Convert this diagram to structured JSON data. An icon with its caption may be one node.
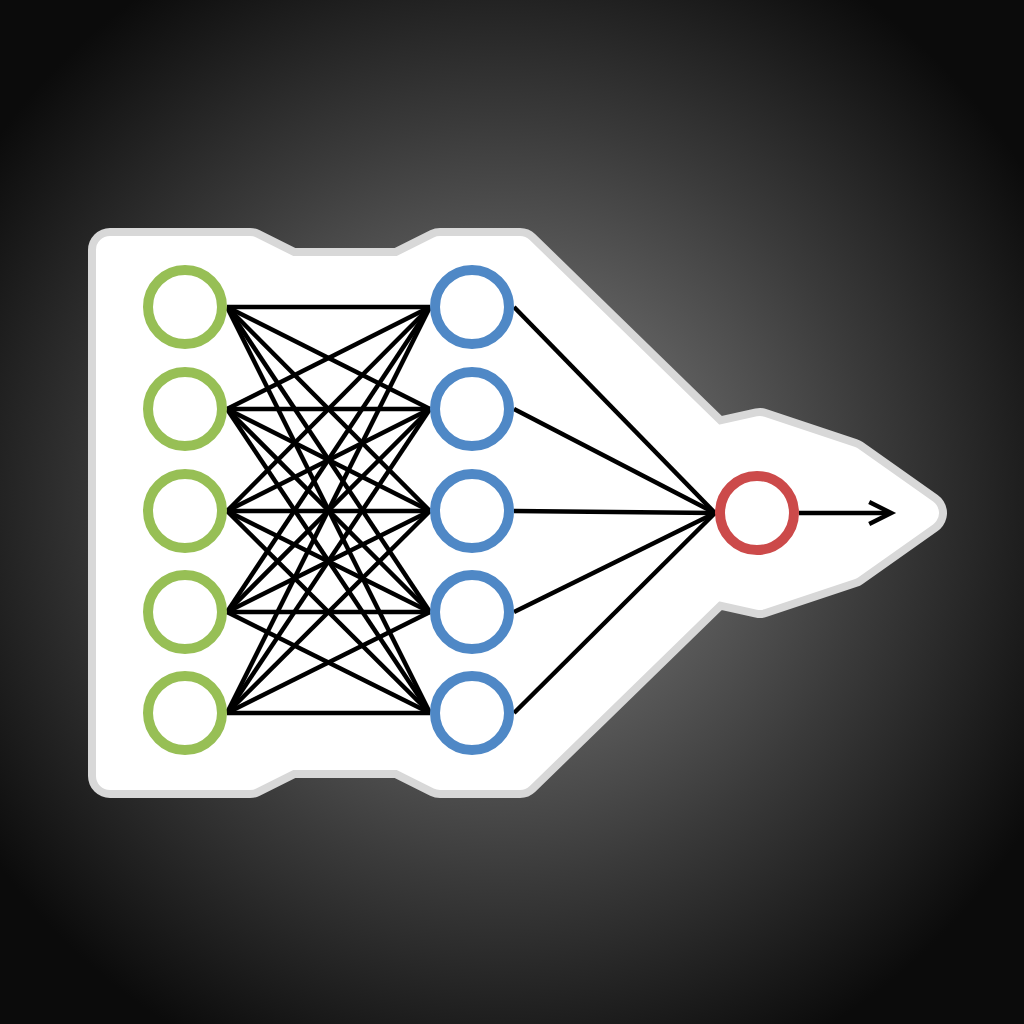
{
  "diagram": {
    "nodes": [
      {
        "text": [],
        "shape": "circle"
      },
      {
        "text": [],
        "shape": "circle"
      },
      {
        "text": [],
        "shape": "circle"
      },
      {
        "text": [],
        "shape": "circle"
      },
      {
        "text": [],
        "shape": "circle"
      },
      {
        "text": [],
        "shape": "circle"
      },
      {
        "text": [],
        "shape": "circle"
      },
      {
        "text": [],
        "shape": "circle"
      },
      {
        "text": [],
        "shape": "circle"
      },
      {
        "text": [],
        "shape": "circle"
      },
      {
        "text": [],
        "shape": "circle"
      }
    ],
    "edges": [
      {
        "from": 0,
        "to": 5,
        "arrow": "none"
      },
      {
        "from": 0,
        "to": 6,
        "arrow": "none"
      },
      {
        "from": 0,
        "to": 7,
        "arrow": "none"
      },
      {
        "from": 0,
        "to": 8,
        "arrow": "none"
      },
      {
        "from": 0,
        "to": 9,
        "arrow": "none"
      },
      {
        "from": 1,
        "to": 5,
        "arrow": "none"
      },
      {
        "from": 1,
        "to": 6,
        "arrow": "none"
      },
      {
        "from": 1,
        "to": 7,
        "arrow": "none"
      },
      {
        "from": 1,
        "to": 8,
        "arrow": "none"
      },
      {
        "from": 1,
        "to": 9,
        "arrow": "none"
      },
      {
        "from": 2,
        "to": 5,
        "arrow": "none"
      },
      {
        "from": 2,
        "to": 6,
        "arrow": "none"
      },
      {
        "from": 2,
        "to": 7,
        "arrow": "none"
      },
      {
        "from": 2,
        "to": 8,
        "arrow": "none"
      },
      {
        "from": 2,
        "to": 9,
        "arrow": "none"
      },
      {
        "from": 3,
        "to": 5,
        "arrow": "none"
      },
      {
        "from": 3,
        "to": 6,
        "arrow": "none"
      },
      {
        "from": 3,
        "to": 7,
        "arrow": "none"
      },
      {
        "from": 3,
        "to": 8,
        "arrow": "none"
      },
      {
        "from": 3,
        "to": 9,
        "arrow": "none"
      },
      {
        "from": 4,
        "to": 5,
        "arrow": "none"
      },
      {
        "from": 4,
        "to": 6,
        "arrow": "none"
      },
      {
        "from": 4,
        "to": 7,
        "arrow": "none"
      },
      {
        "from": 4,
        "to": 8,
        "arrow": "none"
      },
      {
        "from": 4,
        "to": 9,
        "arrow": "none"
      },
      {
        "from": 5,
        "to": 10,
        "arrow": "none"
      },
      {
        "from": 6,
        "to": 10,
        "arrow": "none"
      },
      {
        "from": 7,
        "to": 10,
        "arrow": "none"
      },
      {
        "from": 8,
        "to": 10,
        "arrow": "none"
      },
      {
        "from": 9,
        "to": 10,
        "arrow": "none"
      },
      {
        "from": 10,
        "to": null,
        "arrow": "to"
      }
    ]
  }
}
